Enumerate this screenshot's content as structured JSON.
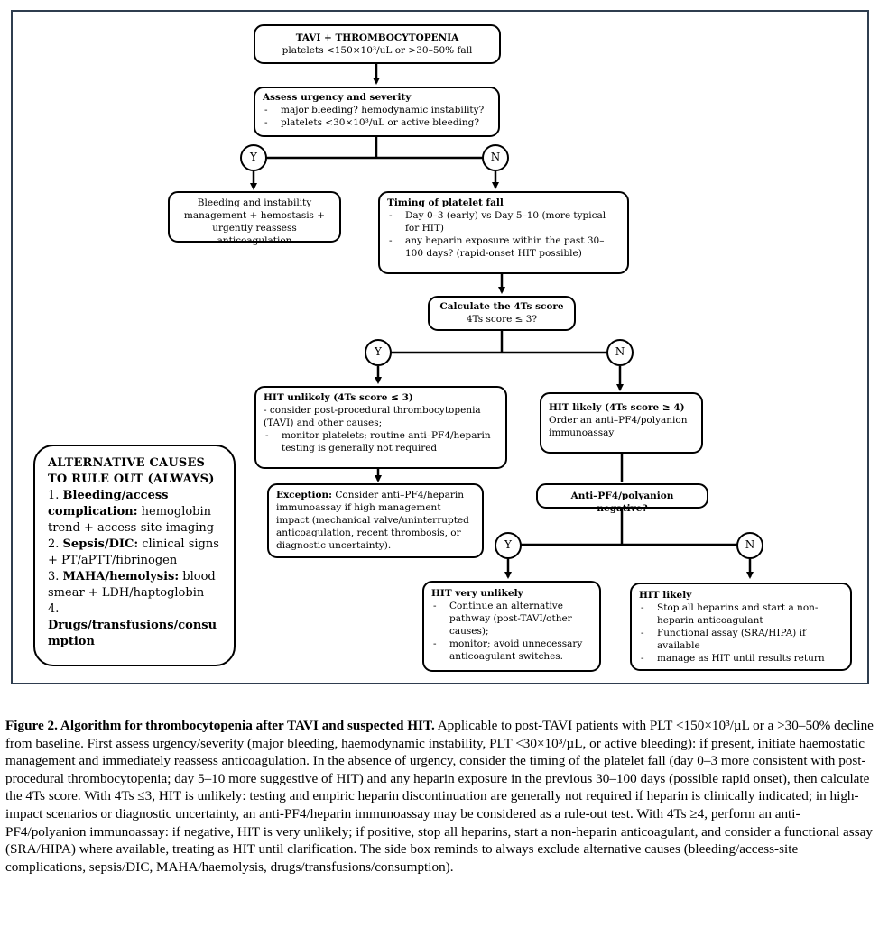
{
  "figure": {
    "start_box": {
      "title": "TAVI + THROMBOCYTOPENIA",
      "line": "platelets <150×10³/uL or >30–50% fall"
    },
    "assess_box": {
      "title": "Assess urgency and severity",
      "items": [
        "major bleeding? hemodynamic instability?",
        "platelets <30×10³/uL or active bleeding?"
      ]
    },
    "yes_label": "Y",
    "no_label": "N",
    "bleeding_box": {
      "text": "Bleeding and instability management + hemostasis + urgently reassess anticoagulation"
    },
    "timing_box": {
      "title": "Timing of platelet fall",
      "items": [
        "Day 0–3 (early) vs Day 5–10 (more typical for HIT)",
        "any heparin exposure within the past 30–100 days? (rapid-onset HIT possible)"
      ]
    },
    "score_box": {
      "title": "Calculate the 4Ts score",
      "line": "4Ts score ≤ 3?"
    },
    "hit_unlikely_box": {
      "title": "HIT unlikely  (4Ts score ≤ 3)",
      "line": "- consider post-procedural thrombocytopenia (TAVI) and other causes;",
      "items": [
        "monitor platelets; routine anti–PF4/heparin testing is generally not required"
      ]
    },
    "exception_box": {
      "label": "Exception:",
      "text": " Consider anti–PF4/heparin immunoassay if high management impact (mechanical valve/uninterrupted anticoagulation, recent thrombosis, or diagnostic uncertainty)."
    },
    "hit_likely_box": {
      "title": "HIT likely (4Ts score  ≥ 4)",
      "line": "Order an anti–PF4/polyanion immunoassay"
    },
    "negative_box": {
      "title": "Anti–PF4/polyanion negative?"
    },
    "very_unlikely_box": {
      "title": "HIT very unlikely",
      "items": [
        "Continue an alternative pathway (post-TAVI/other causes);",
        "monitor; avoid unnecessary anticoagulant switches."
      ]
    },
    "hit_likely2_box": {
      "title": "HIT likely",
      "items": [
        "Stop all heparins and start a non-heparin anticoagulant",
        "Functional assay (SRA/HIPA) if available",
        "manage as HIT until results return"
      ]
    },
    "alt_box": {
      "title": "ALTERNATIVE CAUSES TO RULE OUT (ALWAYS)",
      "item1_num": "1.",
      "item1_label": "Bleeding/access complication:",
      "item1_text": " hemoglobin trend + access-site imaging",
      "item2_num": "2.",
      "item2_label": "Sepsis/DIC:",
      "item2_text": " clinical signs + PT/aPTT/fibrinogen",
      "item3_num": "3.",
      "item3_label": "MAHA/hemolysis:",
      "item3_text": " blood smear + LDH/haptoglobin",
      "item4_num": "4.",
      "item4_label": "Drugs/transfusions/consumption"
    }
  },
  "caption": {
    "label": "Figure 2. Algorithm for thrombocytopenia after TAVI and suspected HIT.",
    "text": " Applicable to post-TAVI patients with PLT <150×10³/µL or a >30–50% decline from baseline. First assess urgency/severity (major bleeding, haemodynamic instability, PLT <30×10³/µL, or active bleeding): if present, initiate haemostatic management and immediately reassess anticoagulation. In the absence of urgency, consider the timing of the platelet fall (day 0–3 more consistent with post-procedural thrombocytopenia; day 5–10 more suggestive of HIT) and any heparin exposure in the previous 30–100 days (possible rapid onset), then calculate the 4Ts score. With 4Ts ≤3, HIT is unlikely: testing and empiric heparin discontinuation are generally not required if heparin is clinically indicated; in high-impact scenarios or diagnostic uncertainty, an anti-PF4/heparin immunoassay may be considered as a rule-out test. With 4Ts ≥4, perform an anti-PF4/polyanion immunoassay: if negative, HIT is very unlikely; if positive, stop all heparins, start a non-heparin anticoagulant, and consider a functional assay (SRA/HIPA) where available, treating as HIT until clarification. The side box reminds to always exclude alternative causes (bleeding/access-site complications, sepsis/DIC, MAHA/haemolysis, drugs/transfusions/consumption)."
  },
  "colors": {
    "frame": "#2f3d4f",
    "stroke": "#000000"
  }
}
